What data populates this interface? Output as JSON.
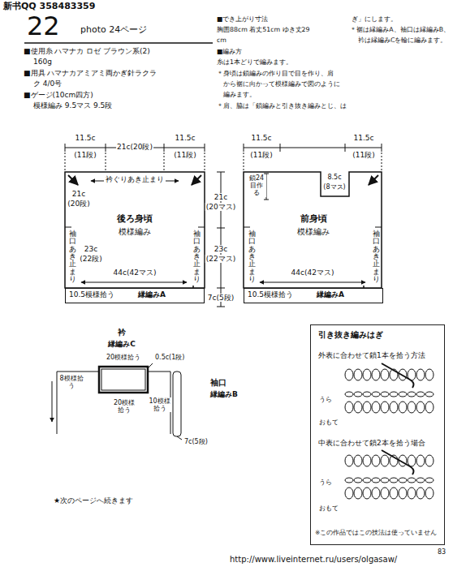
{
  "diagram": {
    "nodes": [
      {
        "text": [
          "後ろ身頃",
          "模様編み"
        ]
      },
      {
        "text": [
          "10.5模様拾う",
          "縁編みA"
        ]
      },
      {
        "text": [
          "前身頃",
          "模様編み"
        ]
      },
      {
        "text": [
          "10.5模様拾う",
          "縁編みA"
        ]
      },
      {
        "text": [
          "引き抜き編みはぎ",
          "外表に合わせて鎖1本を拾う方法",
          "中表に合わせて鎖2本を拾う場合",
          "※この作品ではこの技法は使っていません"
        ]
      }
    ],
    "labels": [
      "新书QQ 358483359",
      "22",
      "photo 24ページ",
      "■使用糸 ハマナカ ロゼ ブラウン系(2)",
      "160g",
      "■用具 ハマナカアミアミ両かぎ針ラクラ",
      "ク 4/0号",
      "■ゲージ(10cm四方)",
      "模様編み 9.5マス 9.5段",
      "■でき上がり寸法",
      "胸囲88cm 着丈51cm ゆき丈29",
      "cm",
      "■編み方",
      "糸は1本どりで編みます。",
      "＊身頃は鎖編みの作り目で目を作り、肩",
      "から裾に向かって模様編みで図のように",
      "編みます。",
      "＊肩、脇は「鎖編みと引き抜き編みとじ、は",
      "ぎ」にします。",
      "＊裾は縁編みA、袖口は縁編みB、",
      "衿は縁編みCを輪に編みます。",
      "11.5c",
      "(11段)",
      "21c(20段)",
      "11.5c",
      "(11段)",
      "衿ぐりあき止まり",
      "21c",
      "(20段)",
      "袖口あき止まり",
      "23c",
      "(22段)",
      "袖口あき止まり",
      "44c(42マス)",
      "21c",
      "(20マス)",
      "23c",
      "(22マス)",
      "7c(5段)",
      "11.5c",
      "(11段)",
      "11.5c",
      "(11段)",
      "鎖24目作る",
      "8.5c",
      "(8マス)",
      "袖口あき止まり",
      "袖口あき止まり",
      "44c(42マス)",
      "衿",
      "縁編みC",
      "20模様拾う",
      "0.5c(1段)",
      "8模様拾う",
      "20模様拾う",
      "10模様拾う",
      "袖口",
      "縁編みB",
      "7c(5段)",
      "★次のページへ続きます",
      "うら",
      "おもて",
      "うら",
      "おもて",
      "83",
      "http://www.liveinternet.ru/users/olgasaw/"
    ]
  }
}
